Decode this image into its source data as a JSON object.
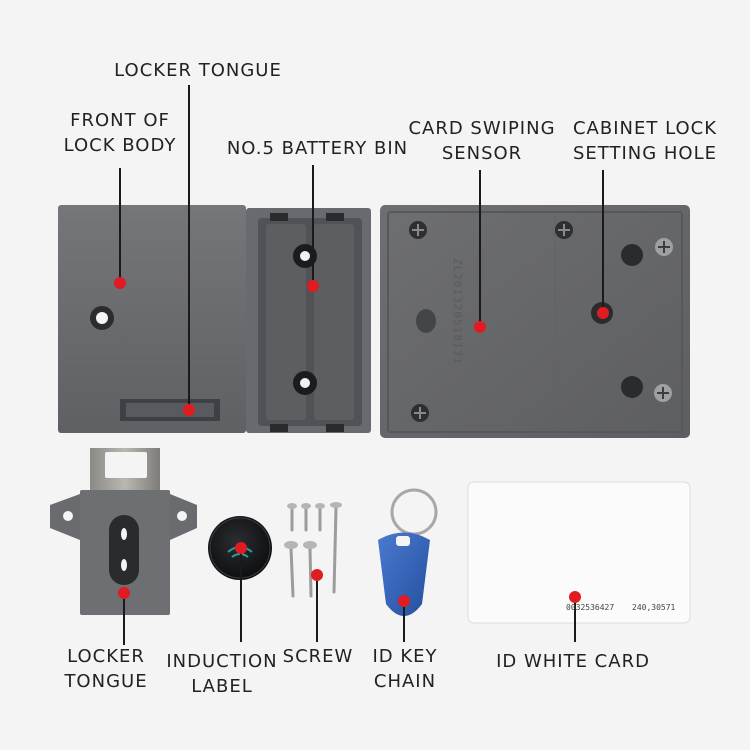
{
  "labels": {
    "locker_tongue_top": "LOCKER TONGUE",
    "front_of_lock_body": [
      "FRONT OF",
      "LOCK BODY"
    ],
    "battery_bin": "NO.5 BATTERY BIN",
    "card_swiping_sensor": [
      "CARD SWIPING",
      "SENSOR"
    ],
    "cabinet_lock_setting_hole": [
      "CABINET LOCK",
      "SETTING HOLE"
    ],
    "locker_tongue_bottom": [
      "LOCKER",
      "TONGUE"
    ],
    "induction_label": [
      "INDUCTION",
      "LABEL"
    ],
    "screw": "SCREW",
    "id_key_chain": [
      "ID KEY",
      "CHAIN"
    ],
    "id_white_card": "ID WHITE CARD"
  },
  "card_print": {
    "serial": "0032536427",
    "code": "240,30571"
  },
  "emboss_text": "ZL201320518131",
  "colors": {
    "lock_body": "#6c6d70",
    "accent_dot": "#e01b22",
    "key_fob": "#2f5fb7",
    "background": "#f4f4f4"
  }
}
